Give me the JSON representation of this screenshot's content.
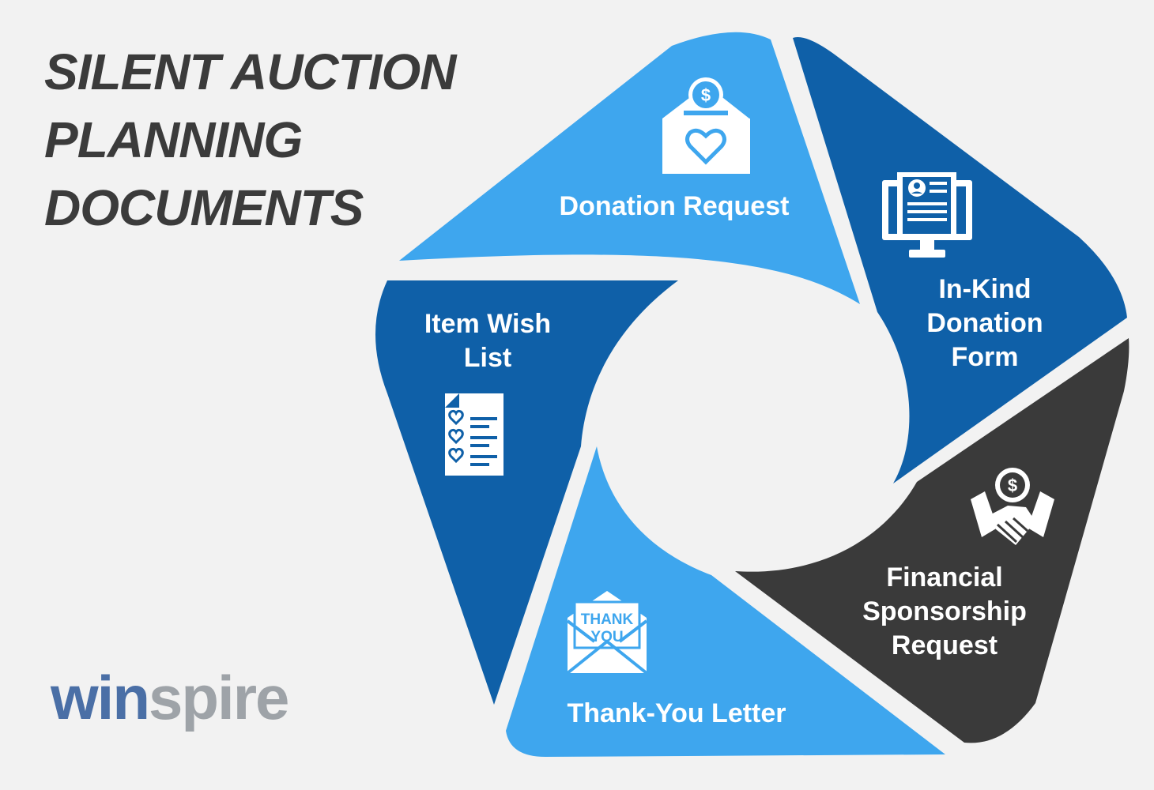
{
  "title": {
    "line1": "SILENT AUCTION",
    "line2": "PLANNING",
    "line3": "DOCUMENTS"
  },
  "segments": {
    "donation_request": {
      "label": "Donation Request",
      "icon": "donation-box-icon",
      "color": "#3ea6ee"
    },
    "in_kind": {
      "line1": "In-Kind",
      "line2": "Donation",
      "line3": "Form",
      "icon": "computer-profile-icon",
      "color": "#0f60a8"
    },
    "financial": {
      "line1": "Financial",
      "line2": "Sponsorship",
      "line3": "Request",
      "icon": "handshake-dollar-icon",
      "color": "#3a3a3a"
    },
    "thank_you": {
      "label": "Thank-You Letter",
      "icon": "thank-you-envelope-icon",
      "icon_text1": "THANK",
      "icon_text2": "YOU",
      "color": "#3ea6ee"
    },
    "wish_list": {
      "line1": "Item Wish",
      "line2": "List",
      "icon": "wish-list-document-icon",
      "color": "#0f60a8"
    }
  },
  "logo": {
    "part1": "win",
    "part2": "spire"
  }
}
